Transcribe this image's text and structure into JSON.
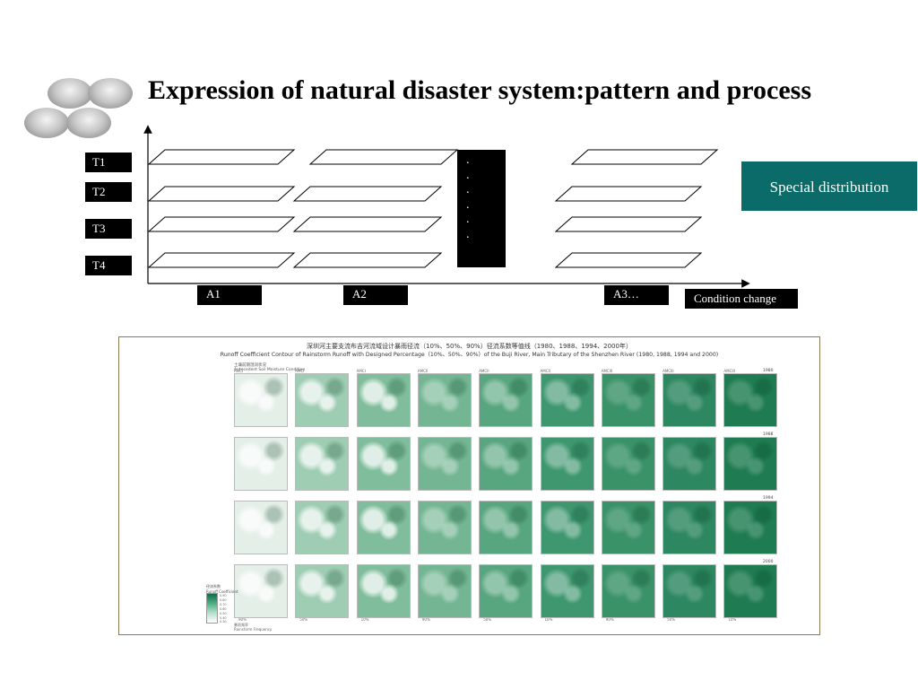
{
  "title": "Expression of natural disaster system:pattern and process",
  "time_labels": [
    "T1",
    "T2",
    "T3",
    "T4"
  ],
  "area_labels": [
    "A1",
    "A2",
    "A3…"
  ],
  "ellipsis_dots": [
    ".",
    ".",
    ".",
    ".",
    ".",
    "."
  ],
  "condition_label": "Condition change",
  "special_label": "Special distribution",
  "colors": {
    "accent": "#0a6b68",
    "box": "#000000",
    "map_green": "#1f8a5f"
  },
  "figure": {
    "title_cn": "深圳河主要支流布吉河流域设计暴雨径流（10%、50%、90%）径流系数等值线（1980、1988、1994、2000年）",
    "title_en": "Runoff Coefficient Contour of Rainstorm Runoff with Designed Percentage（10%、50%、90%）of the Buji River, Main Tributary of the Shenzhen River (1980, 1988, 1994 and 2000)",
    "side_label": [
      "土壤前期湿润状况",
      "Antecedent Soil Moisture Condition"
    ],
    "column_headers": [
      "AMCI",
      "AMCI",
      "AMCI",
      "AMCII",
      "AMCII",
      "AMCII",
      "AMCIII",
      "AMCIII",
      "AMCIII"
    ],
    "years": [
      "1980",
      "1988",
      "1994",
      "2000"
    ],
    "footer_percents": [
      "90%",
      "50%",
      "10%",
      "90%",
      "50%",
      "10%",
      "90%",
      "50%",
      "10%"
    ],
    "footer_label": [
      "暴雨频率",
      "Rainstorm Frequency"
    ],
    "legend_title": [
      "径流系数",
      "Runoff Coefficient"
    ],
    "legend_values": [
      "0.90",
      "0.80",
      "0.70",
      "0.60",
      "0.50",
      "0.40",
      "0.30"
    ]
  }
}
